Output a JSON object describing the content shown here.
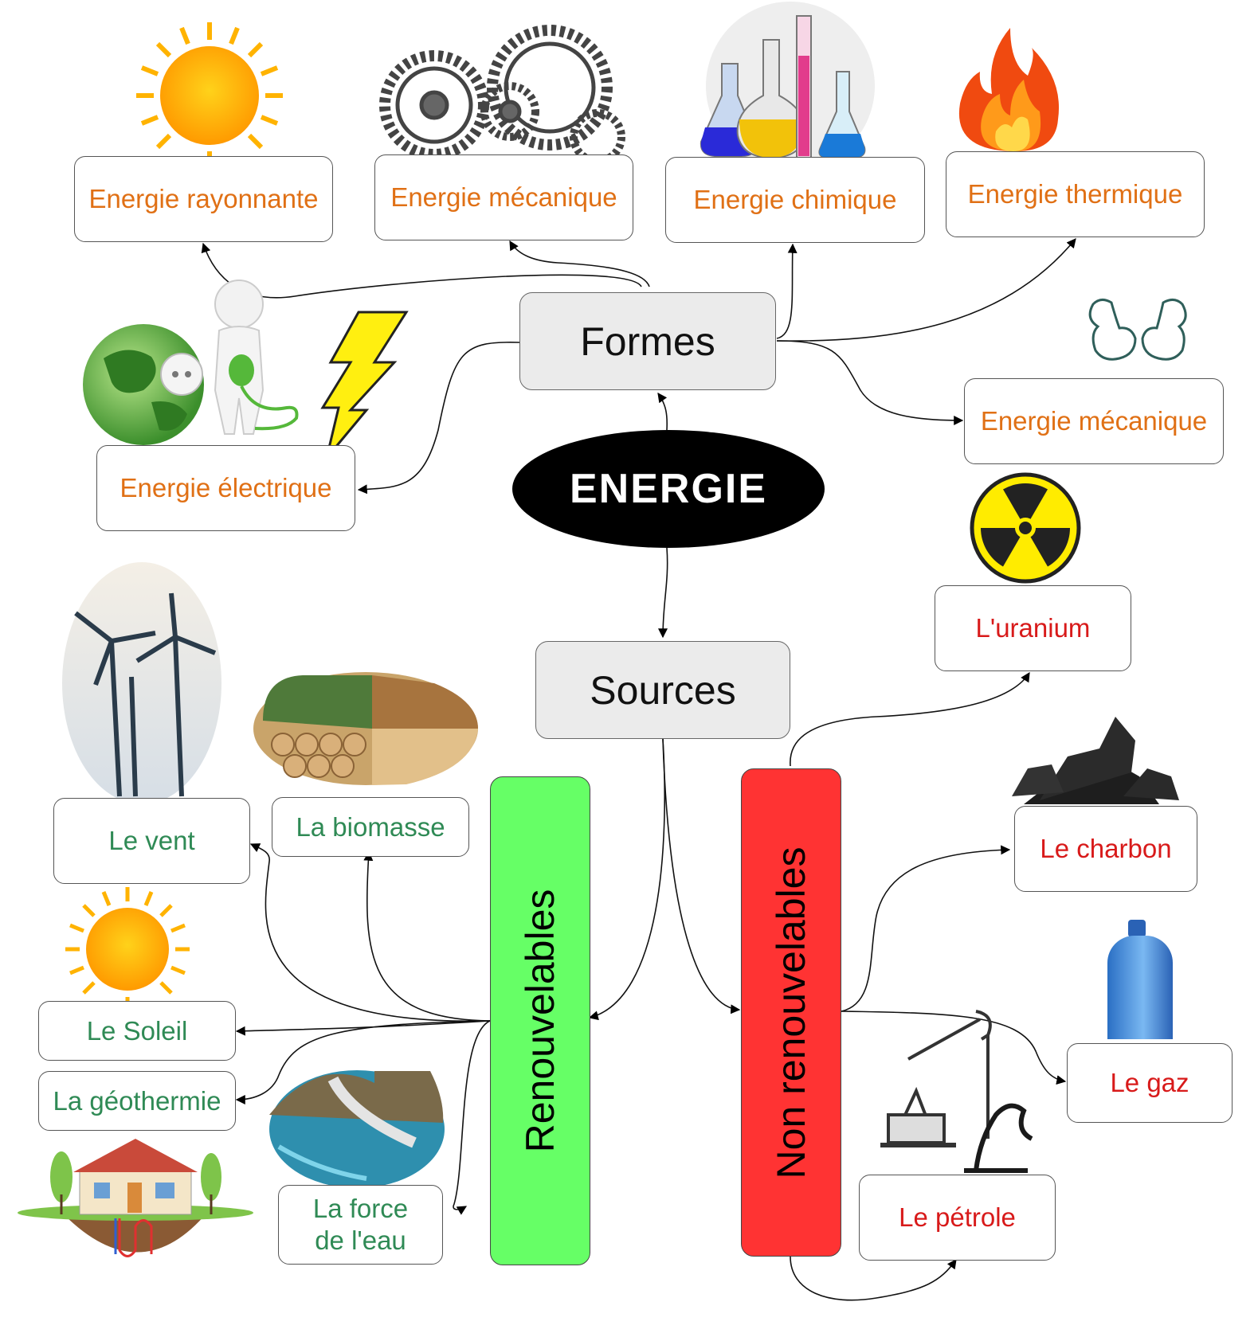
{
  "center": "ENERGIE",
  "categories": {
    "formes": "Formes",
    "sources": "Sources"
  },
  "formes": {
    "rayonnante": "Energie rayonnante",
    "mecanique_1": "Energie mécanique",
    "chimique": "Energie chimique",
    "thermique": "Energie thermique",
    "mecanique_2": "Energie mécanique",
    "electrique": "Energie électrique"
  },
  "renouvelables": {
    "title": "Renouvelables",
    "vent": "Le vent",
    "biomasse": "La biomasse",
    "soleil": "Le Soleil",
    "geothermie": "La géothermie",
    "eau": "La force\nde l'eau"
  },
  "non_renouvelables": {
    "title": "Non renouvelables",
    "uranium": "L'uranium",
    "charbon": "Le charbon",
    "gaz": "Le gaz",
    "petrole": "Le pétrole"
  },
  "colors": {
    "forme_text": "#e07015",
    "renouvelable_text": "#2f8a55",
    "non_renouvelable_text": "#d81a1a",
    "renouvelable_bar": "#66ff66",
    "non_renouvelable_bar": "#ff3333",
    "category_fill": "#ebebeb",
    "center_fill": "#000000"
  },
  "illustrations": [
    "sun-icon",
    "gears-icon",
    "lab-flasks-icon",
    "flame-icon",
    "muscles-icon",
    "earth-plug-icon",
    "lightning-icon",
    "radiation-icon",
    "wind-turbines-icon",
    "wood-logs-icon",
    "coal-icon",
    "gas-bottle-icon",
    "oil-pump-icon",
    "dam-icon",
    "geothermal-house-icon"
  ]
}
